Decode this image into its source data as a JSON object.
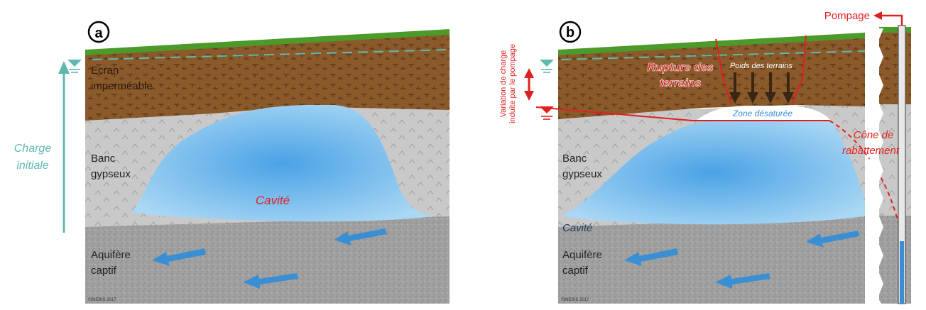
{
  "panel_a": {
    "badge": "a",
    "charge_line1": "Charge",
    "charge_line2": "initiale",
    "ecran_line1": "Ecran",
    "ecran_line2": "imperméable",
    "banc_line1": "Banc",
    "banc_line2": "gypseux",
    "cavite": "Cavité",
    "aquifere_line1": "Aquifère",
    "aquifere_line2": "captif",
    "copyright": "©INERIS 2017"
  },
  "panel_b": {
    "badge": "b",
    "variation_line1": "Variation de charge",
    "variation_line2": "induite par le pompage",
    "pompage": "Pompage",
    "rupture_line1": "Rupture des",
    "rupture_line2": "terrains",
    "poids": "Poids des terrains",
    "zone": "Zone désaturée",
    "cone_line1": "Cône de",
    "cone_line2": "rabattement",
    "banc_line1": "Banc",
    "banc_line2": "gypseux",
    "cavite": "Cavité",
    "aquifere_line1": "Aquifère",
    "aquifere_line2": "captif",
    "copyright": "©INERIS 2017"
  },
  "colors": {
    "clay": "#8a5a2e",
    "gypsum": "#c8c8c8",
    "aquifer": "#9a9a9a",
    "water": "#6cb8ea",
    "grass": "#4c9a2a",
    "teal": "#5fb8b0",
    "red": "#e02020",
    "arrow_blue": "#3a8fd4"
  }
}
